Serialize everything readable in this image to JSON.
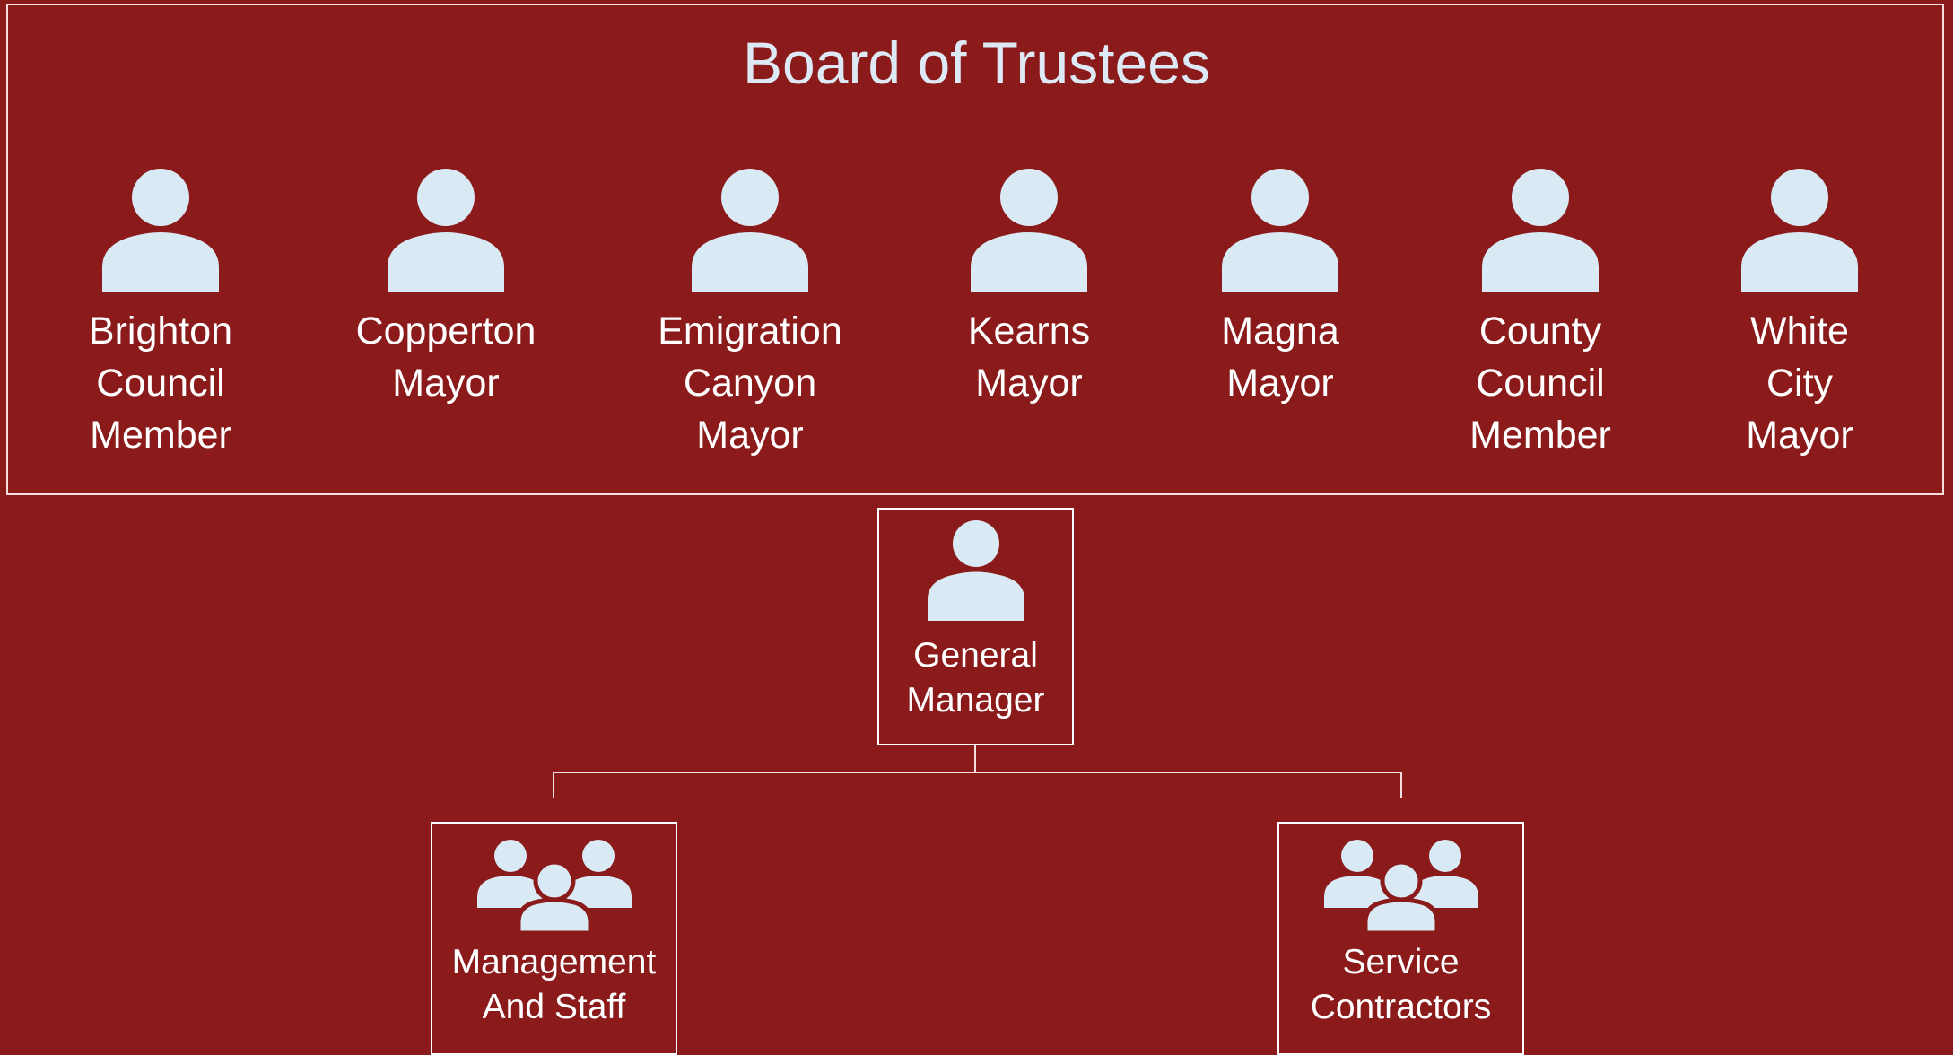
{
  "board": {
    "title": "Board of Trustees",
    "members": [
      {
        "lines": [
          "Brighton",
          "Council",
          "Member"
        ],
        "icon": "person-icon"
      },
      {
        "lines": [
          "Copperton",
          "Mayor"
        ],
        "icon": "person-icon"
      },
      {
        "lines": [
          "Emigration",
          "Canyon",
          "Mayor"
        ],
        "icon": "person-icon"
      },
      {
        "lines": [
          "Kearns",
          "Mayor"
        ],
        "icon": "person-icon"
      },
      {
        "lines": [
          "Magna",
          "Mayor"
        ],
        "icon": "person-icon"
      },
      {
        "lines": [
          "County",
          "Council",
          "Member"
        ],
        "icon": "person-icon"
      },
      {
        "lines": [
          "White",
          "City",
          "Mayor"
        ],
        "icon": "person-icon"
      }
    ]
  },
  "general_manager": {
    "lines": [
      "General",
      "Manager"
    ],
    "icon": "person-icon"
  },
  "reports": [
    {
      "lines": [
        "Management",
        "And Staff"
      ],
      "icon": "group-icon"
    },
    {
      "lines": [
        "Service",
        "Contractors"
      ],
      "icon": "group-icon"
    }
  ],
  "colors": {
    "background": "#8b1a1b",
    "icon": "#daeaf5",
    "text": "#ffffff",
    "title": "#dde9f4",
    "line": "#f0e0e0"
  }
}
